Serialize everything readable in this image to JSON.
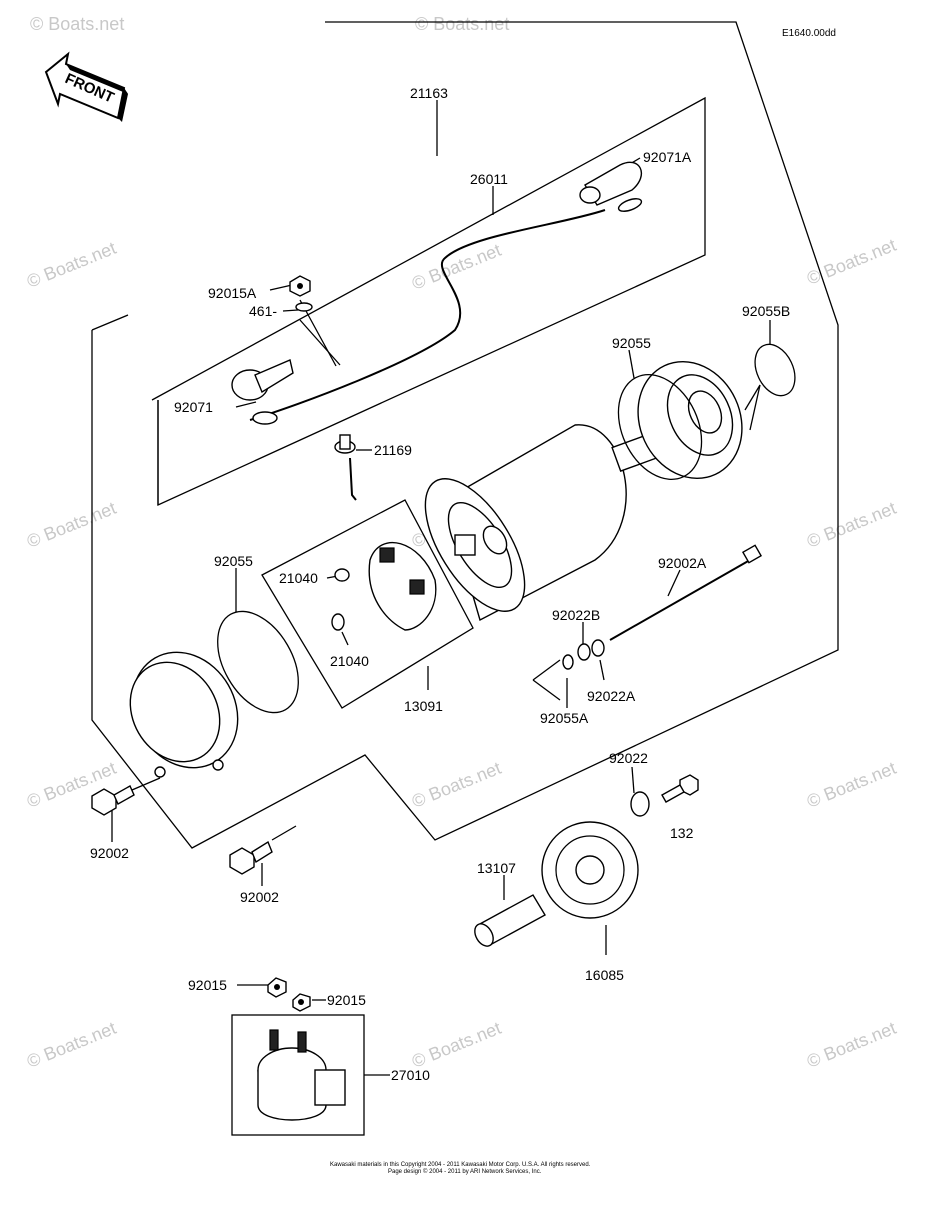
{
  "diagram": {
    "code": "E1640.00dd",
    "front_label": "FRONT",
    "watermark": "© Boats.net",
    "footer_line1": "Kawasaki materials in this Copyright 2004 - 2011 Kawasaki Motor Corp. U.S.A. All rights reserved.",
    "footer_line2": "Page design © 2004 - 2011 by ARI Network Services, Inc."
  },
  "labels": {
    "p21163": "21163",
    "p26011": "26011",
    "p92071a": "92071A",
    "p92015a": "92015A",
    "p461": "461-",
    "p92071": "92071",
    "p21169": "21169",
    "p92055_top": "92055",
    "p92055b": "92055B",
    "p92055_left": "92055",
    "p21040_a": "21040",
    "p21040_b": "21040",
    "p13091": "13091",
    "p92002a": "92002A",
    "p92022b": "92022B",
    "p92022a": "92022A",
    "p92055a": "92055A",
    "p92022": "92022",
    "p132": "132",
    "p92002_a": "92002",
    "p92002_b": "92002",
    "p13107": "13107",
    "p16085": "16085",
    "p92015_a": "92015",
    "p92015_b": "92015",
    "p27010": "27010"
  }
}
